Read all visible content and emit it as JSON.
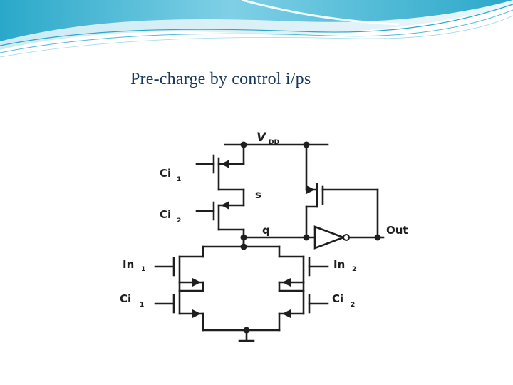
{
  "slide": {
    "title": "Pre-charge by control i/ps",
    "accent_colors": [
      "#2aa8c9",
      "#7fd0e6",
      "#cdebf3"
    ],
    "title_color": "#17375e"
  },
  "circuit": {
    "labels": {
      "vdd_main": "V",
      "vdd_sub": "DD",
      "ci1_top_main": "Ci",
      "ci1_top_sub": "1",
      "ci2_top_main": "Ci",
      "ci2_top_sub": "2",
      "node_s": "s",
      "node_q": "q",
      "out": "Out",
      "in1_main": "In",
      "in1_sub": "1",
      "ci1_bot_main": "Ci",
      "ci1_bot_sub": "1",
      "in2_main": "In",
      "in2_sub": "2",
      "ci2_bot_main": "Ci",
      "ci2_bot_sub": "2"
    }
  }
}
